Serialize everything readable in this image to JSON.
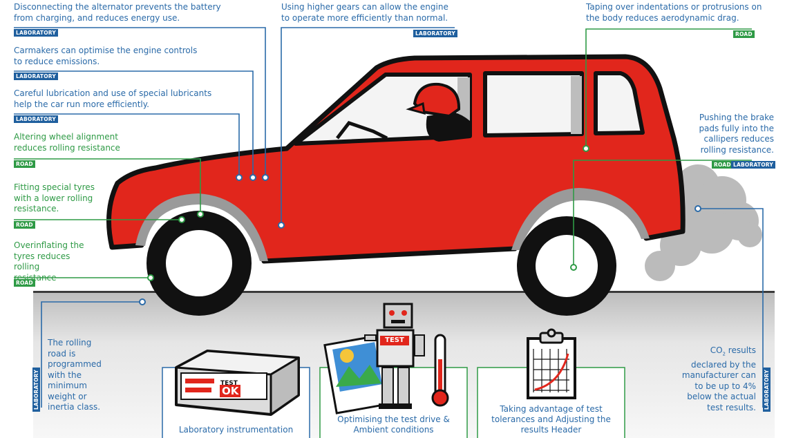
{
  "labels": {
    "laboratory": "LABORATORY",
    "road": "ROAD"
  },
  "notes": {
    "alternator": "Disconnecting the alternator prevents the battery from charging, and reduces energy use.",
    "engine_controls": "Carmakers can optimise the engine controls to reduce emissions.",
    "lubrication": "Careful lubrication and use of special lubricants help the car run more efficiently.",
    "wheel_alignment": "Altering wheel alignment reduces rolling resistance",
    "special_tyres": "Fitting special tyres with a lower rolling resistance.",
    "overinflating": "Overinflating the tyres reduces rolling resistance",
    "higher_gears": "Using higher gears can allow the engine to operate more efficiently than normal.",
    "taping": "Taping over indentations or protrusions on the body reduces aerodynamic drag.",
    "brake_pads": "Pushing the brake pads fully into the callipers reduces rolling resistance.",
    "rolling_road": "The rolling road is programmed with the minimum weight or inertia class.",
    "co2_prefix": "CO",
    "co2_sub": "2",
    "co2_rest": " results declared by the manufacturer can to be up to 4% below the actual test results."
  },
  "panels": {
    "instrumentation": "Laboratory instrumentation",
    "test_drive": "Optimising the test drive & Ambient conditions",
    "tolerances": "Taking advantage of test tolerances and Adjusting the results Header"
  },
  "device_display": {
    "line1": "TEST",
    "line2": "OK"
  },
  "robot_chest": "TEST",
  "colors": {
    "blue": "#2a6aa8",
    "green": "#2e9a45",
    "car_red": "#e1261c",
    "outline": "#111111"
  }
}
